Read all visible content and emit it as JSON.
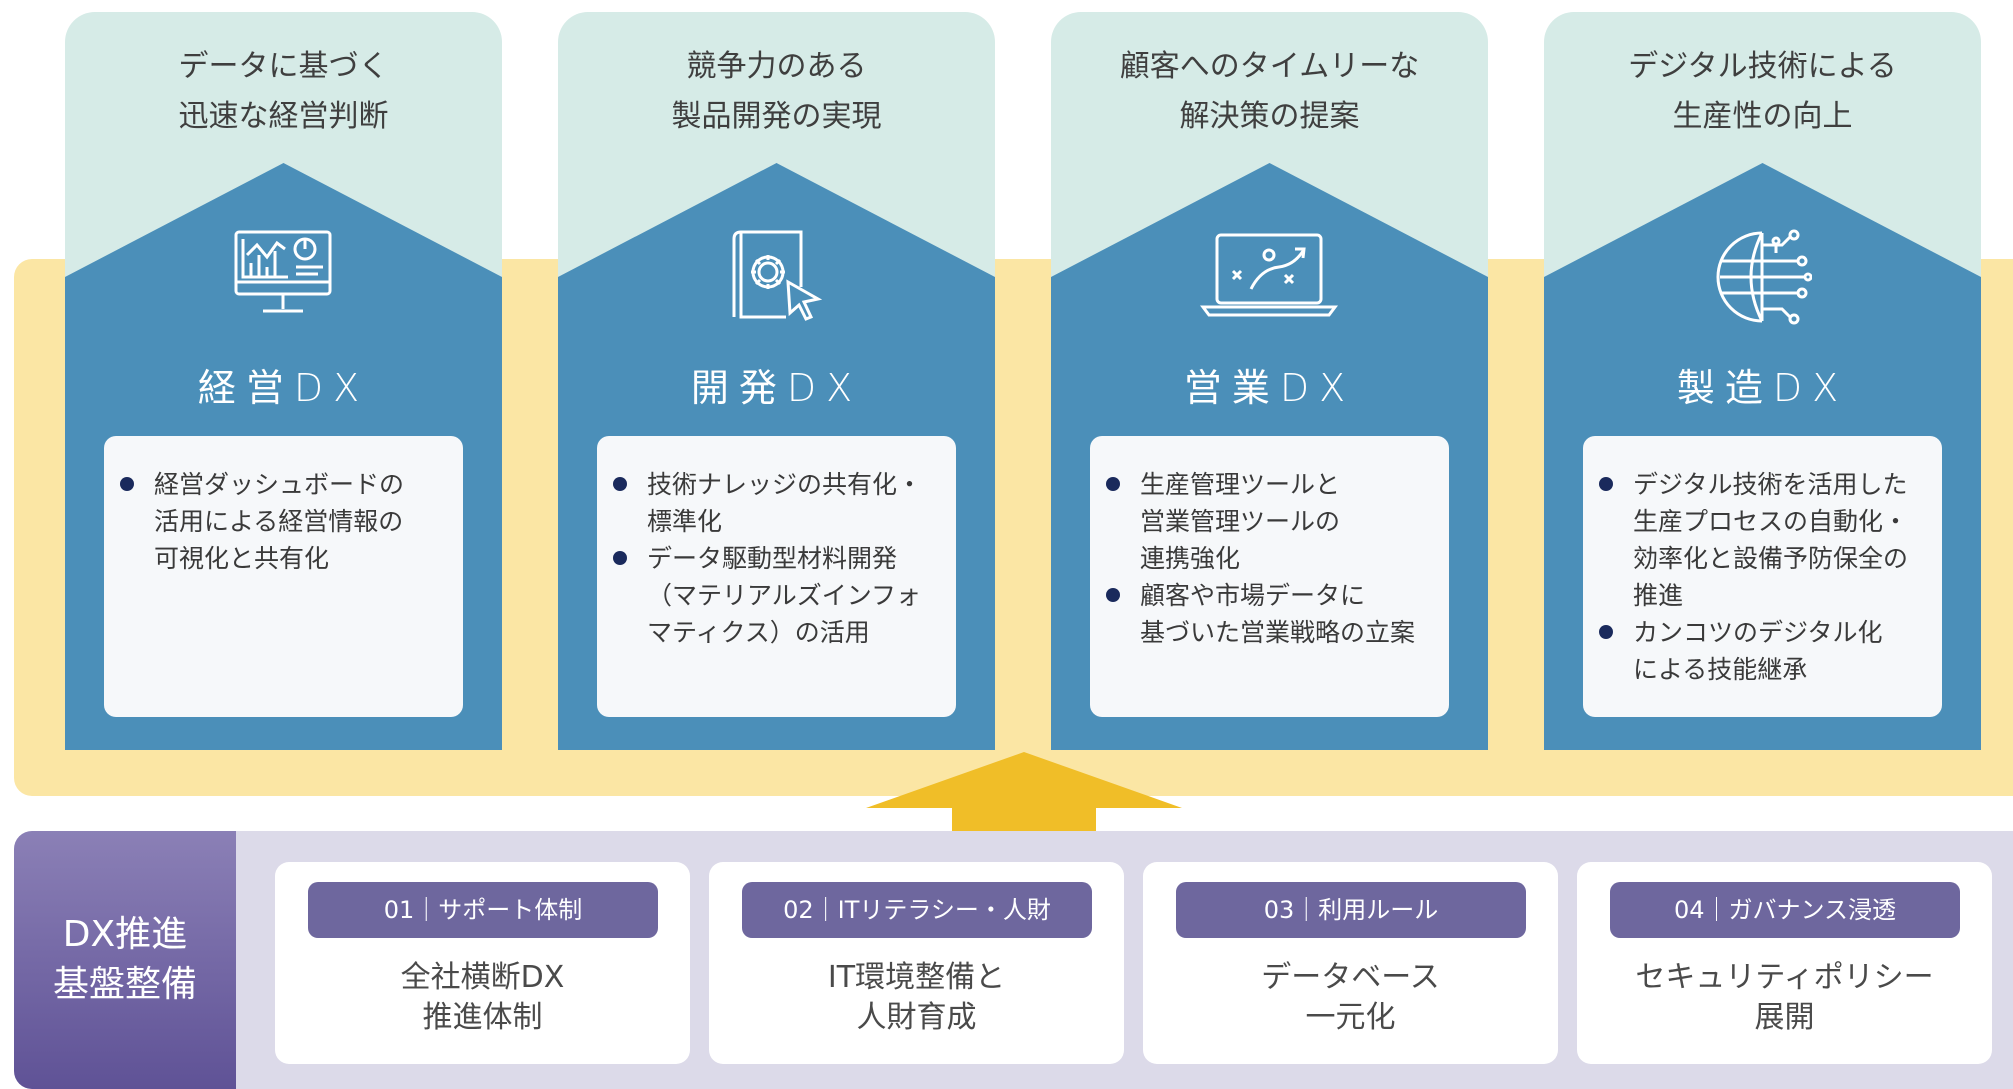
{
  "pillars": [
    {
      "goal": "データに基づく\n迅速な経営判断",
      "title": "経営DX",
      "icon": "dashboard-monitor-icon",
      "items": [
        "経営ダッシュボードの\n活用による経営情報の\n可視化と共有化"
      ]
    },
    {
      "goal": "競争力のある\n製品開発の実現",
      "title": "開発DX",
      "icon": "gear-document-cursor-icon",
      "items": [
        "技術ナレッジの共有化・\n標準化",
        "データ駆動型材料開発\n（マテリアルズインフォ\nマティクス）の活用"
      ]
    },
    {
      "goal": "顧客へのタイムリーな\n解決策の提案",
      "title": "営業DX",
      "icon": "strategy-laptop-icon",
      "items": [
        "生産管理ツールと\n営業管理ツールの\n連携強化",
        "顧客や市場データに\n基づいた営業戦略の立案"
      ]
    },
    {
      "goal": "デジタル技術による\n生産性の向上",
      "title": "製造DX",
      "icon": "digital-globe-icon",
      "items": [
        "デジタル技術を活用した\n生産プロセスの自動化・\n効率化と設備予防保全の\n推進",
        "カンコツのデジタル化\nによる技能継承"
      ]
    }
  ],
  "foundation": {
    "label": "DX推進\n基盤整備",
    "cards": [
      {
        "tag": "01｜サポート体制",
        "text": "全社横断DX\n推進体制"
      },
      {
        "tag": "02｜ITリテラシー・人財",
        "text": "IT環境整備と\n人財育成"
      },
      {
        "tag": "03｜利用ルール",
        "text": "データベース\n一元化"
      },
      {
        "tag": "04｜ガバナンス浸透",
        "text": "セキュリティポリシー\n展開"
      }
    ]
  },
  "colors": {
    "pillar_top": "#d6ebe7",
    "pillar_body": "#4b8fb9",
    "band": "#fbe6a4",
    "arrow": "#f0be28",
    "foundation_bg": "#dcdae9",
    "foundation_label": "#6b5fa3",
    "tag": "#6e679e",
    "bullet": "#1a2a5c"
  }
}
